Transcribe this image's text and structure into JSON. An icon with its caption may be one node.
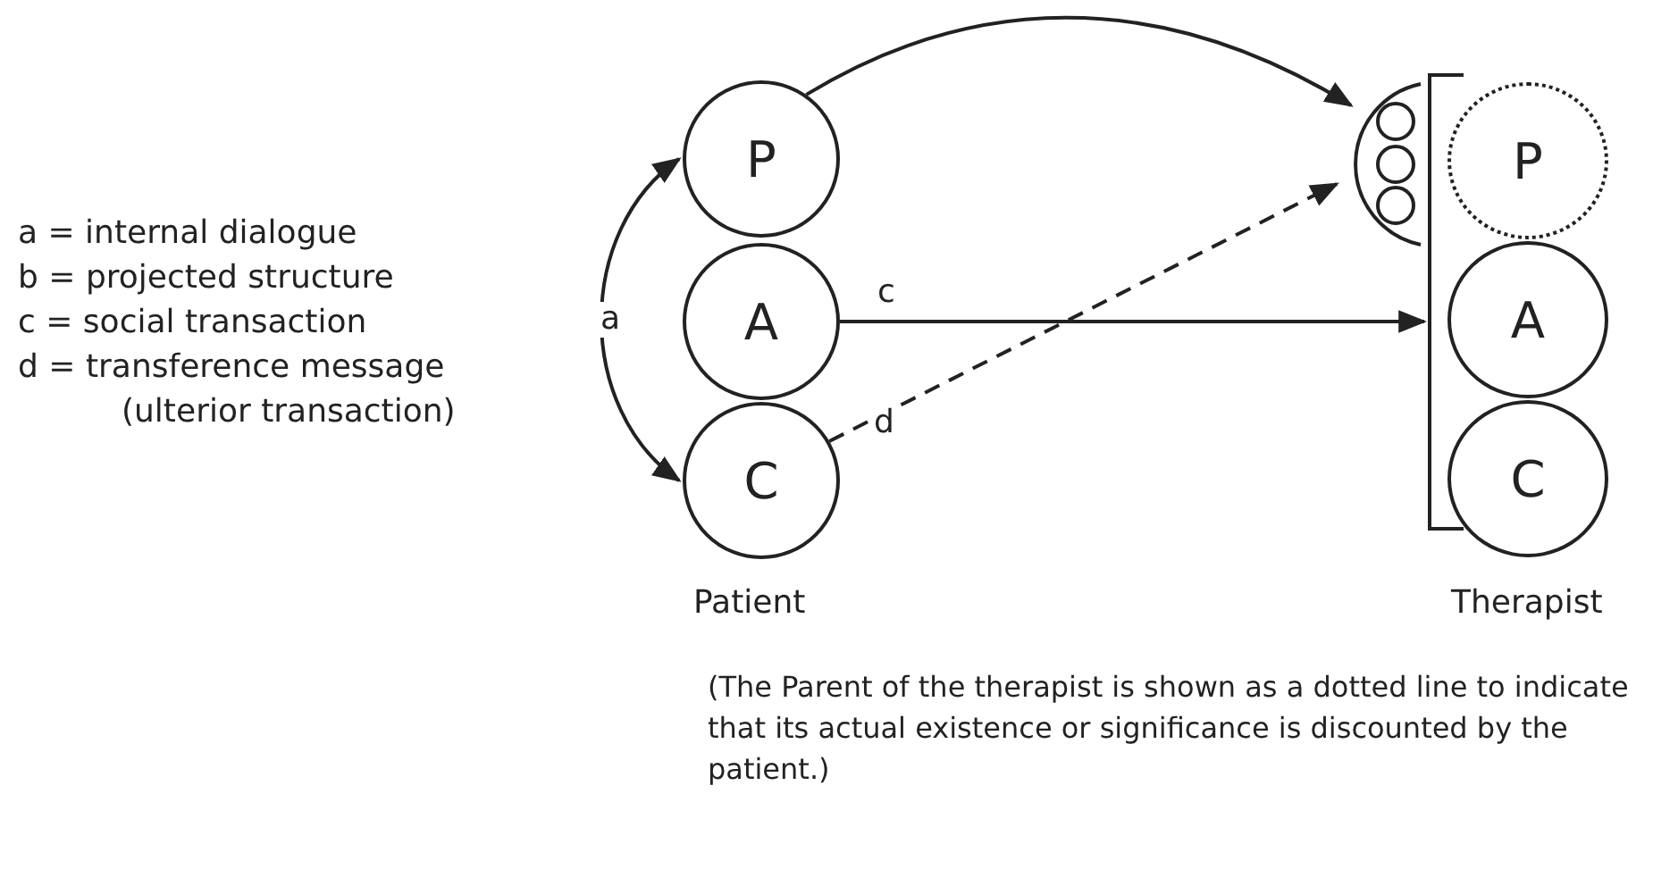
{
  "diagram": {
    "caption": "(The Parent of the therapist is shown as a dotted line to indicate that its actual existence or significance is discounted by the patient.)",
    "nodes": [
      {
        "text": [
          "P"
        ]
      },
      {
        "text": [
          "A"
        ]
      },
      {
        "text": [
          "C"
        ]
      },
      {
        "text": [],
        "shape": "arc"
      },
      {
        "text": [],
        "shape": "bracket"
      },
      {
        "text": [
          "P"
        ],
        "in": 4
      },
      {
        "text": [
          "A"
        ],
        "in": 4
      },
      {
        "text": [
          "C"
        ],
        "in": 4
      }
    ],
    "edges": [
      {
        "from": 0,
        "to": 2,
        "arrow": "both",
        "label": "a"
      },
      {
        "from": 0,
        "to": 3,
        "arrow": "to"
      },
      {
        "from": 1,
        "to": 4,
        "arrow": "to",
        "label": "c"
      },
      {
        "from": 2,
        "to": 3,
        "arrow": "to",
        "label": "d",
        "style": "dashed"
      }
    ],
    "labels": [
      "a = internal dialogue",
      "b = projected structure",
      "c = social transaction",
      "d = transference message (ulterior transaction)",
      "Patient",
      "Therapist"
    ]
  }
}
